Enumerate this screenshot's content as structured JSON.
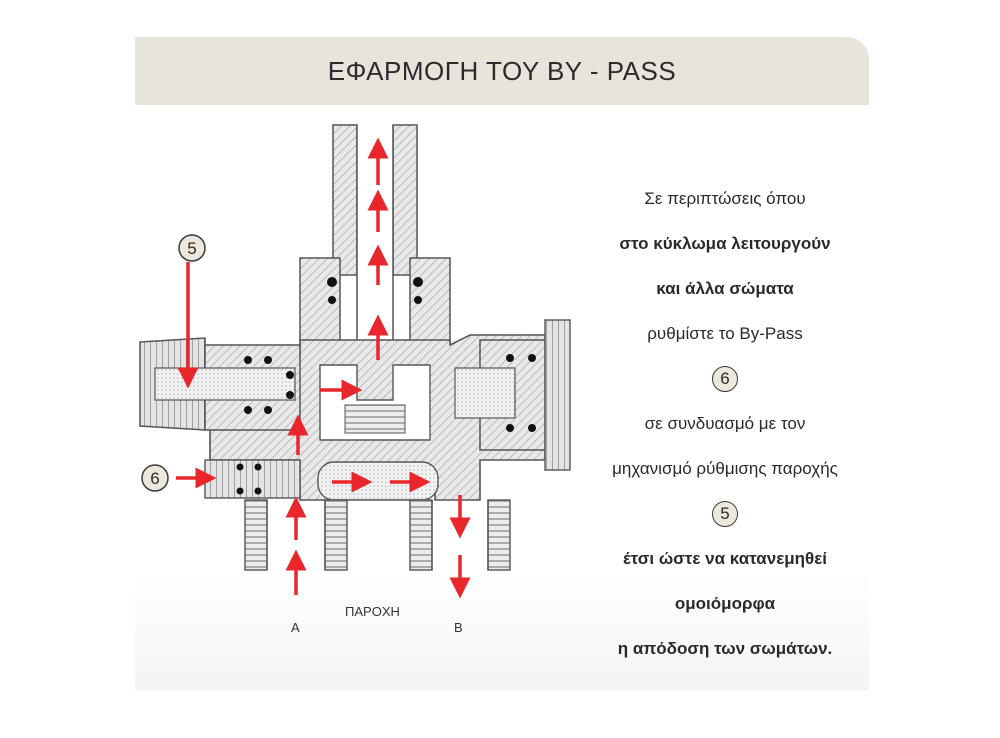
{
  "title": "ΕΦΑΡΜΟΓΗ ΤΟΥ BY - PASS",
  "diagram": {
    "callout_top": "5",
    "callout_left": "6",
    "label_a": "A",
    "label_supply": "ΠΑΡΟΧΗ",
    "label_b": "B",
    "arrow_color": "#e8262b",
    "hatch_color": "#9a9a9a"
  },
  "description": {
    "line1": "Σε περιπτώσεις όπου",
    "line2": "στο κύκλωμα λειτουργούν",
    "line3": "και άλλα σώματα",
    "line4": "ρυθμίστε το By-Pass",
    "marker1": "6",
    "line5": "σε συνδυασμό με τον",
    "line6": "μηχανισμό ρύθμισης παροχής",
    "marker2": "5",
    "line7": "έτσι ώστε να κατανεμηθεί",
    "line8": "ομοιόμορφα",
    "line9": "η απόδοση των σωμάτων."
  }
}
